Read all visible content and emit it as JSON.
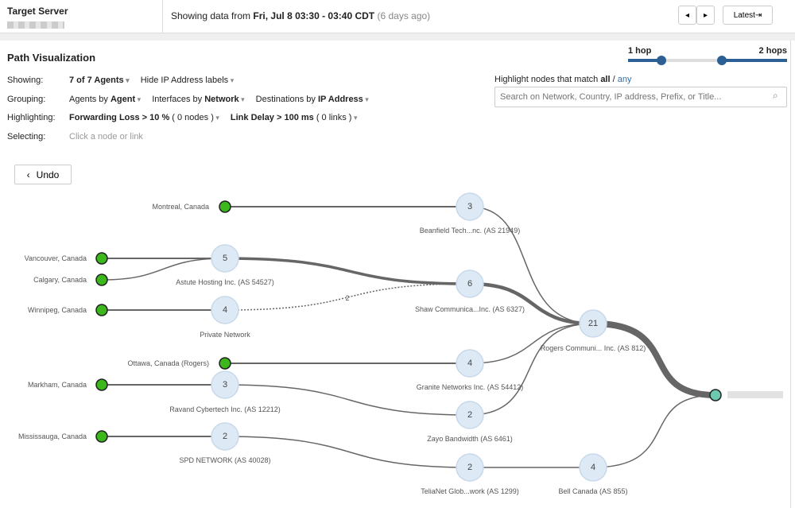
{
  "header": {
    "target_label": "Target Server",
    "range_prefix": "Showing data from ",
    "range_value": "Fri, Jul 8 03:30 - 03:40 CDT",
    "range_ago": "(6 days ago)",
    "prev": "◂",
    "next": "▸",
    "latest": "Latest⇥"
  },
  "panel": {
    "title": "Path Visualization",
    "hop_min": "1 hop",
    "hop_max": "2 hops"
  },
  "controls": {
    "showing_label": "Showing:",
    "agents": "7 of 7 Agents",
    "ip_labels": "Hide IP Address labels",
    "grouping_label": "Grouping:",
    "g1a": "Agents by ",
    "g1b": "Agent",
    "g2a": "Interfaces by ",
    "g2b": "Network",
    "g3a": "Destinations by ",
    "g3b": "IP Address",
    "highlighting_label": "Highlighting:",
    "h1a": "Forwarding Loss > 10 %",
    "h1b": " ( 0 nodes )",
    "h2a": "Link Delay > 100 ms",
    "h2b": " ( 0 links )",
    "selecting_label": "Selecting:",
    "selecting_hint": "Click a node or link",
    "match_prefix": "Highlight nodes that match ",
    "match_all": "all",
    "match_sep": " / ",
    "match_any": "any",
    "search_placeholder": "Search on Network, Country, IP address, Prefix, or Title..."
  },
  "undo": "Undo",
  "agents": [
    "Montreal, Canada",
    "Vancouver, Canada",
    "Calgary, Canada",
    "Winnipeg, Canada",
    "Ottawa, Canada (Rogers)",
    "Markham, Canada",
    "Mississauga, Canada"
  ],
  "networks": [
    {
      "name": "Astute Hosting Inc. (AS 54527)",
      "count": "5"
    },
    {
      "name": "Private Network",
      "count": "4"
    },
    {
      "name": "Ravand Cybertech Inc. (AS 12212)",
      "count": "3"
    },
    {
      "name": "SPD NETWORK (AS 40028)",
      "count": "2"
    },
    {
      "name": "Beanfield Tech...nc. (AS 21949)",
      "count": "3"
    },
    {
      "name": "Shaw Communica...Inc. (AS 6327)",
      "count": "6"
    },
    {
      "name": "Granite Networks Inc. (AS 54412)",
      "count": "4"
    },
    {
      "name": "Zayo Bandwidth (AS 6461)",
      "count": "2"
    },
    {
      "name": "TeliaNet Glob...work (AS 1299)",
      "count": "2"
    },
    {
      "name": "Rogers Communi... Inc. (AS 812)",
      "count": "21"
    },
    {
      "name": "Bell Canada (AS 855)",
      "count": "4"
    }
  ],
  "link_label": "2",
  "colors": {
    "agent": "#3cb81c",
    "target": "#6cc9b0",
    "node": "#dde9f4",
    "accent": "#2c5f93"
  }
}
